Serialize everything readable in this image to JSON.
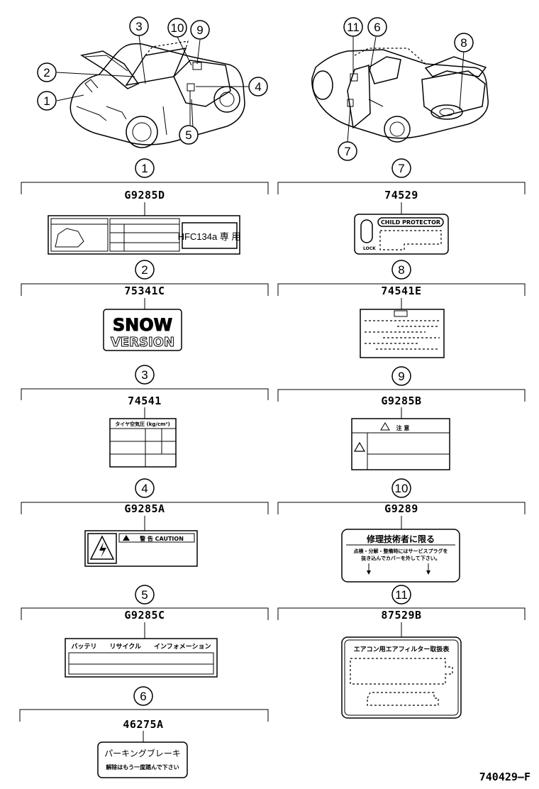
{
  "callouts": {
    "c1": "1",
    "c2": "2",
    "c3": "3",
    "c4": "4",
    "c5": "5",
    "c6": "6",
    "c7": "7",
    "c8": "8",
    "c9": "9",
    "c10": "10",
    "c11": "11"
  },
  "left_column": [
    {
      "index": "1",
      "part": "G9285D"
    },
    {
      "index": "2",
      "part": "75341C"
    },
    {
      "index": "3",
      "part": "74541"
    },
    {
      "index": "4",
      "part": "G9285A"
    },
    {
      "index": "5",
      "part": "G9285C"
    },
    {
      "index": "6",
      "part": "46275A"
    }
  ],
  "right_column": [
    {
      "index": "7",
      "part": "74529"
    },
    {
      "index": "8",
      "part": "74541E"
    },
    {
      "index": "9",
      "part": "G9285B"
    },
    {
      "index": "10",
      "part": "G9289"
    },
    {
      "index": "11",
      "part": "87529B"
    }
  ],
  "labels": {
    "l1_text": "HFC134a 専 用",
    "l2_line1": "SNOW",
    "l2_line2": "VERSION",
    "l3_header": "タイヤ空気圧 (kg/cm²)",
    "l4_header": "警 告 CAUTION",
    "l5_header": "バッテリ　　リサイクル　　インフォメーション",
    "l6_line1": "パーキングブレーキ",
    "l6_line2": "解除はもう一度踏んで下さい",
    "l7_header": "CHILD PROTECTOR",
    "l7_lock": "LOCK",
    "l9_header": "注 意",
    "l10_header": "修理技術者に限る",
    "l10_line1": "点検・分解・整備時にはサービスプラグを",
    "l10_line2": "抜き込んでカバーを外して下さい。",
    "l11_header": "エアコン用エアフィルター取扱表"
  },
  "footer": {
    "code": "740429–F"
  }
}
